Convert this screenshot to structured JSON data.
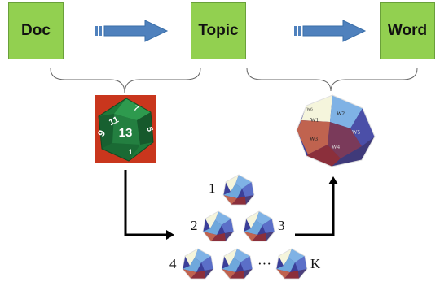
{
  "nodes": {
    "doc": "Doc",
    "topic": "Topic",
    "word": "Word"
  },
  "d20_faces": [
    "13",
    "11",
    "9",
    "5",
    "7",
    "1"
  ],
  "topic_die_faces": [
    "W1",
    "W2",
    "W3",
    "W4",
    "W5",
    "W6"
  ],
  "topic_numbers": {
    "n1": "1",
    "n2": "2",
    "n3": "3",
    "n4": "4",
    "dots": "···",
    "k": "K"
  },
  "colors": {
    "node_fill": "#92d050",
    "arrow_fill": "#4f81bd",
    "d20_green": "#1e7a3a",
    "die_blue": "#6fa8dc",
    "die_red": "#a6493b",
    "die_purple": "#4b4fa8"
  }
}
